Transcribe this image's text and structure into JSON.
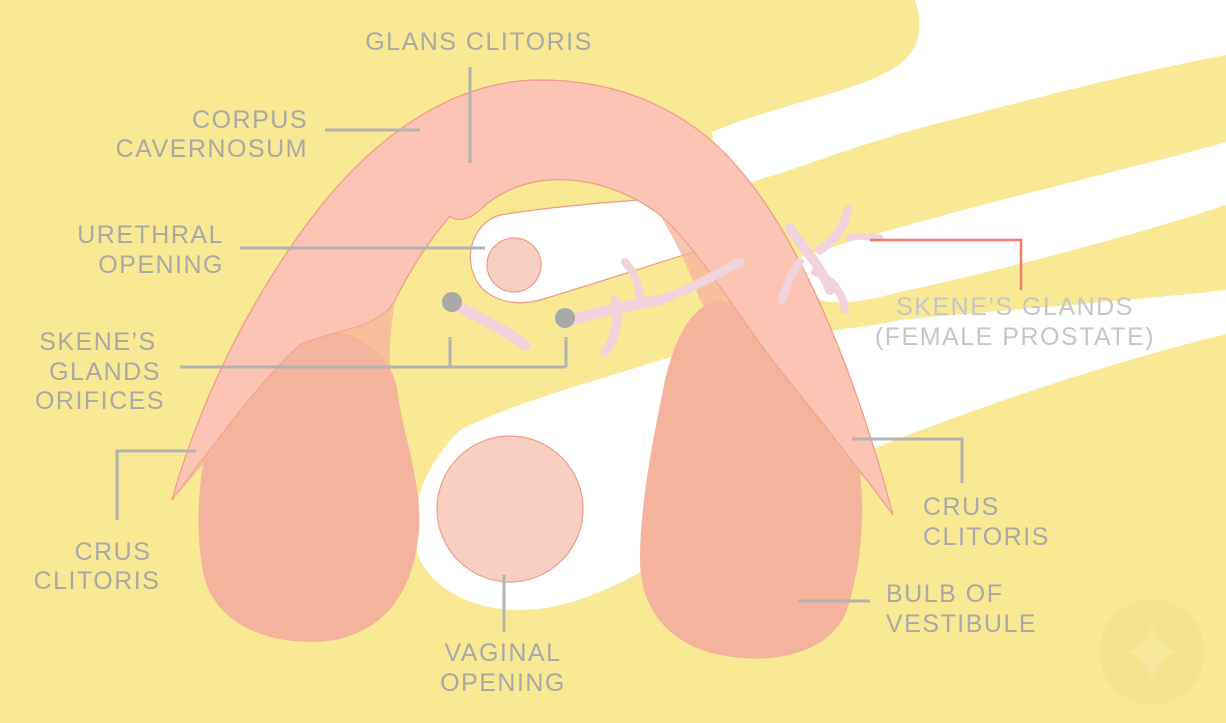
{
  "labels": {
    "glans": "GLANS CLITORIS",
    "corpus_1": "CORPUS",
    "corpus_2": "CAVERNOSUM",
    "urethral_1": "URETHRAL",
    "urethral_2": "OPENING",
    "orifices_1": "SKENE’S",
    "orifices_2": "GLANDS",
    "orifices_3": "ORIFICES",
    "skene_1": "SKENE’S GLANDS",
    "skene_2": "(FEMALE PROSTATE)",
    "crus_left_1": "CRUS",
    "crus_left_2": "CLITORIS",
    "crus_right_1": "CRUS",
    "crus_right_2": "CLITORIS",
    "bulb_1": "BULB OF",
    "bulb_2": "VESTIBULE",
    "vaginal_1": "VAGINAL",
    "vaginal_2": "OPENING"
  },
  "colors": {
    "background": "#f9e894",
    "tissue_light": "#fcc4b4",
    "tissue_dark": "#f4b39c",
    "opening_fill": "#f7cfc3",
    "gland": "#f2d3dc",
    "outline": "#f19a86",
    "label": "#a9a9a6",
    "leader": "#b3b3b1",
    "accent_leader": "#ef7c68",
    "orifice_dot": "#a8a8a8"
  },
  "watermark_icon": "sparkle-icon"
}
